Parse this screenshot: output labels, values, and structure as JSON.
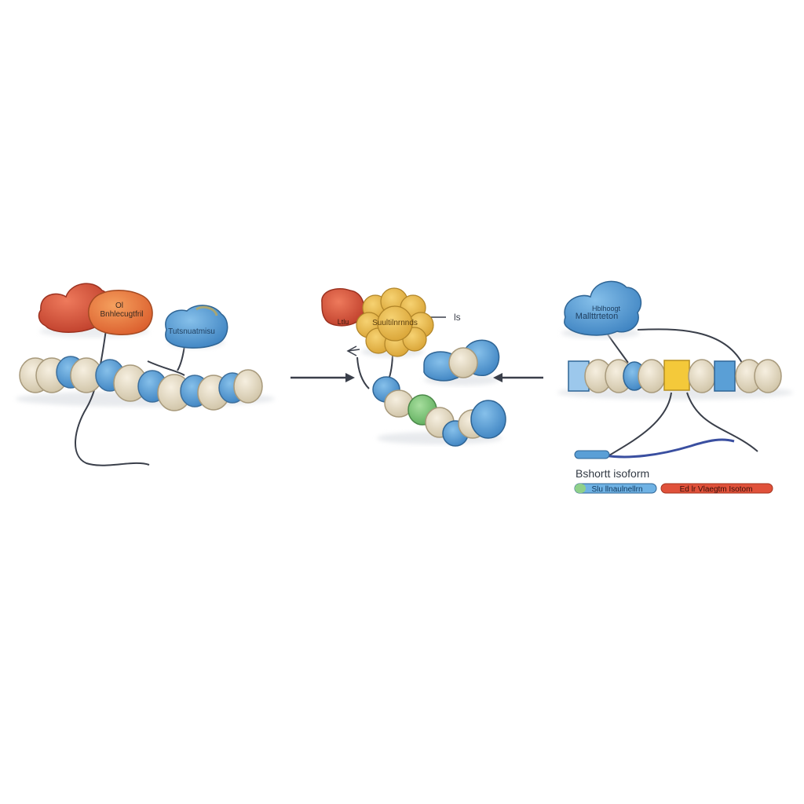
{
  "panels": {
    "left": {
      "complex_text_top": "Ol",
      "complex_text_main": "Bnhlecugtfril",
      "blue_protein_text": "Tutsnuatmisu"
    },
    "middle": {
      "red_text": "Ltlu",
      "gold_text": "Suultilnrnnds",
      "side_mark": "ls"
    },
    "right": {
      "blue_complex_text_top": "Hblhoogt",
      "blue_complex_text_main": "Mallttrteton",
      "short_isoform_label": "Bshortt isoform",
      "isoform_bar_left_text": "Slu llnaulnellrn",
      "isoform_bar_right_text": "Ed lr Vlaegtm Isotom"
    }
  },
  "colors": {
    "red": "#d9503a",
    "orange": "#e8743c",
    "blue": "#5a9fd6",
    "gold": "#e6b84a",
    "green": "#7cc47a",
    "bead": "#e6dcc6",
    "yellow": "#f4c93a",
    "dark_blue": "#3a4fa0",
    "line": "#3a3f4a"
  },
  "icons": {
    "arrow_left_panel": "arrow-right-icon",
    "arrow_right_panel": "arrow-left-icon",
    "small_pointer": "arrow-small-icon"
  }
}
